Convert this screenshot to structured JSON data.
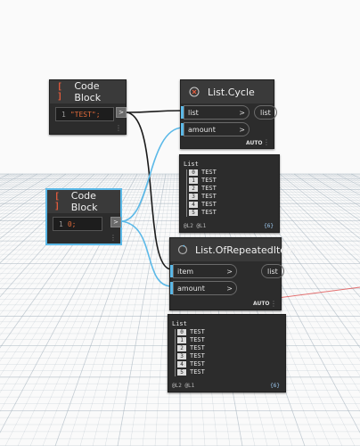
{
  "nodes": {
    "code_block_1": {
      "title": "Code Block",
      "line_number": "1",
      "code": "\"TEST\";"
    },
    "code_block_2": {
      "title": "Code Block",
      "line_number": "1",
      "code": "0;"
    },
    "list_cycle": {
      "title": "List.Cycle",
      "inputs": [
        "list",
        "amount"
      ],
      "output": "list",
      "lacing": "AUTO"
    },
    "list_repeated": {
      "title": "List.OfRepeatedItem",
      "inputs": [
        "item",
        "amount"
      ],
      "output": "list",
      "lacing": "AUTO"
    }
  },
  "watch_1": {
    "title": "List",
    "items": [
      {
        "index": "0",
        "value": "TEST"
      },
      {
        "index": "1",
        "value": "TEST"
      },
      {
        "index": "2",
        "value": "TEST"
      },
      {
        "index": "3",
        "value": "TEST"
      },
      {
        "index": "4",
        "value": "TEST"
      },
      {
        "index": "5",
        "value": "TEST"
      }
    ],
    "footer": "@L2 @L1",
    "count": "{6}"
  },
  "watch_2": {
    "title": "List",
    "items": [
      {
        "index": "0",
        "value": "TEST"
      },
      {
        "index": "1",
        "value": "TEST"
      },
      {
        "index": "2",
        "value": "TEST"
      },
      {
        "index": "3",
        "value": "TEST"
      },
      {
        "index": "4",
        "value": "TEST"
      },
      {
        "index": "5",
        "value": "TEST"
      }
    ],
    "footer": "@L2 @L1",
    "count": "{6}"
  },
  "colors": {
    "node_body": "#2c2c2c",
    "node_header": "#3a3a3a",
    "selection": "#5bb9e8",
    "wire_black": "#1a1a1a",
    "wire_blue": "#5bb9e8",
    "code_string": "#e06a3a",
    "grid_line": "#9aaab6",
    "axis_red": "#e05050"
  },
  "icons": {
    "code_block": "brackets-icon",
    "list_cycle": "x-circle-icon",
    "list_repeated": "cycle-icon"
  }
}
